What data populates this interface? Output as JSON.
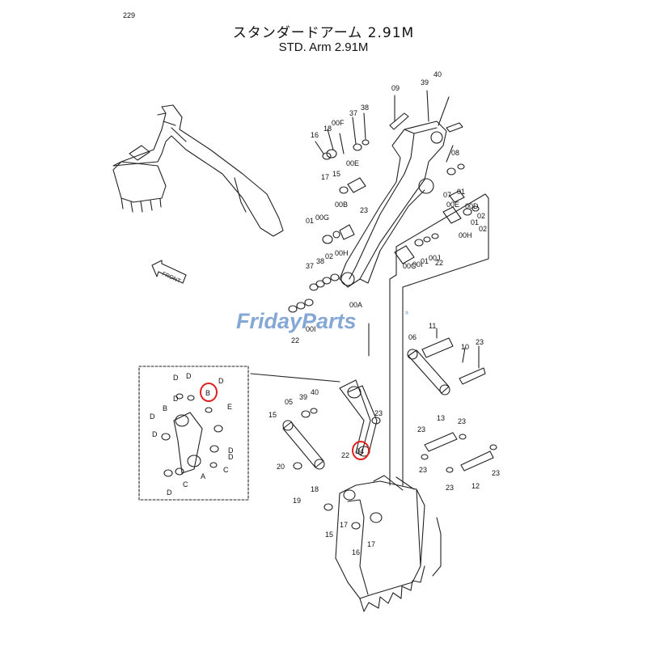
{
  "header": {
    "page_number": "229",
    "title_jp": "スタンダードアーム 2.91M",
    "title_en": "STD. Arm 2.91M"
  },
  "watermark": {
    "text": "FridayParts",
    "reg_mark": "®",
    "color": "#6f98cf"
  },
  "arrow_label": "FRONT",
  "highlight_color": "#e02020",
  "highlighted_callouts": [
    "B",
    "04"
  ],
  "callouts": {
    "upper": [
      "09",
      "39",
      "40",
      "37",
      "38",
      "16",
      "18",
      "00F",
      "08",
      "00E",
      "17",
      "15",
      "23",
      "00B",
      "00G",
      "01",
      "07",
      "00E",
      "01",
      "00D",
      "00H",
      "02",
      "01",
      "02",
      "00C",
      "37",
      "38",
      "02",
      "01",
      "00I",
      "00J",
      "01",
      "22",
      "00A",
      "22",
      "00I"
    ],
    "middle": [
      "11",
      "06",
      "10",
      "23",
      "05",
      "39",
      "40",
      "15",
      "20",
      "22",
      "04",
      "22",
      "13",
      "23",
      "23",
      "12",
      "23",
      "19",
      "18",
      "15",
      "17",
      "16",
      "17"
    ],
    "inset": [
      "D",
      "D",
      "B",
      "D",
      "D",
      "B",
      "E",
      "D",
      "A",
      "C",
      "D",
      "D",
      "C",
      "D"
    ]
  }
}
